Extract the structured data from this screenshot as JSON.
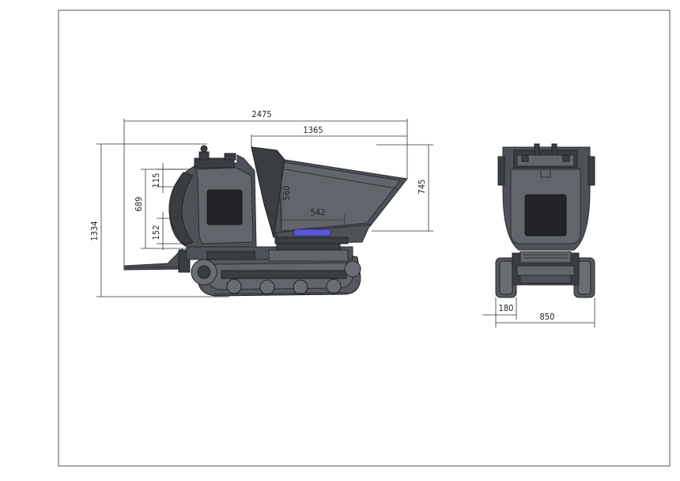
{
  "dimensions": {
    "overall_length": "2475",
    "dump_length": "1365",
    "overall_height": "1334",
    "control_height": "689",
    "upper_offset": "115",
    "lower_offset": "152",
    "bucket_depth": "560",
    "bucket_width": "542",
    "bucket_height": "745",
    "track_width": "180",
    "overall_width": "850"
  },
  "colors": {
    "machine_body": "#4e5157",
    "highlight": "#5a58d8",
    "dimension_line": "#333333"
  }
}
